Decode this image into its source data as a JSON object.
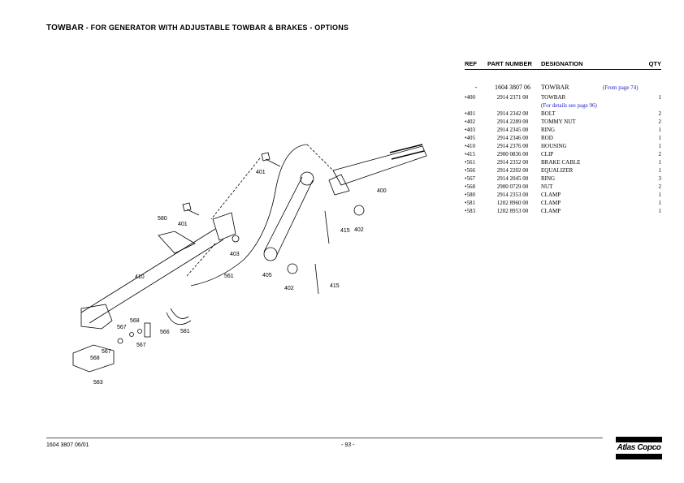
{
  "title": {
    "main": "TOWBAR",
    "sub": " - FOR GENERATOR WITH ADJUSTABLE TOWBAR & BRAKES - OPTIONS"
  },
  "table": {
    "headers": {
      "ref": "REF",
      "part_number": "PART NUMBER",
      "designation": "DESIGNATION",
      "qty": "QTY"
    },
    "assembly": {
      "ref": "-",
      "part_number": "1604 3807 06",
      "designation": "TOWBAR",
      "note": "(From page 74)"
    },
    "rows": [
      {
        "ref": "•400",
        "part_number": "2914 2371 00",
        "designation": "TOWBAR",
        "qty": "1"
      },
      {
        "ref": "",
        "part_number": "",
        "designation": "(For details see page 96)",
        "qty": ""
      },
      {
        "ref": "•401",
        "part_number": "2914 2342 00",
        "designation": "BOLT",
        "qty": "2"
      },
      {
        "ref": "•402",
        "part_number": "2914 2289 00",
        "designation": "TOMMY NUT",
        "qty": "2"
      },
      {
        "ref": "•403",
        "part_number": "2914 2345 00",
        "designation": "RING",
        "qty": "1"
      },
      {
        "ref": "•405",
        "part_number": "2914 2346 00",
        "designation": "ROD",
        "qty": "1"
      },
      {
        "ref": "•410",
        "part_number": "2914 2376 00",
        "designation": "HOUSING",
        "qty": "1"
      },
      {
        "ref": "•415",
        "part_number": "2900 0836 00",
        "designation": "CLIP",
        "qty": "2"
      },
      {
        "ref": "•561",
        "part_number": "2914 2352 00",
        "designation": "BRAKE CABLE",
        "qty": "1"
      },
      {
        "ref": "•566",
        "part_number": "2914 2202 00",
        "designation": "EQUALIZER",
        "qty": "1"
      },
      {
        "ref": "•567",
        "part_number": "2914 2045 00",
        "designation": "RING",
        "qty": "3"
      },
      {
        "ref": "•568",
        "part_number": "2900 0729 00",
        "designation": "NUT",
        "qty": "2"
      },
      {
        "ref": "•580",
        "part_number": "2914 2353 00",
        "designation": "CLAMP",
        "qty": "1"
      },
      {
        "ref": "•581",
        "part_number": "1202 8960 00",
        "designation": "CLAMP",
        "qty": "1"
      },
      {
        "ref": "•583",
        "part_number": "1202 8953 00",
        "designation": "CLAMP",
        "qty": "1"
      }
    ]
  },
  "callouts": [
    "401",
    "401",
    "580",
    "403",
    "561",
    "410",
    "405",
    "402",
    "415",
    "415",
    "402",
    "400",
    "568",
    "567",
    "566",
    "581",
    "567",
    "567",
    "568",
    "583"
  ],
  "footer": {
    "doc_number": "1604 3807 06/01",
    "page": "- 93 -",
    "logo": "AtlasCopco"
  }
}
